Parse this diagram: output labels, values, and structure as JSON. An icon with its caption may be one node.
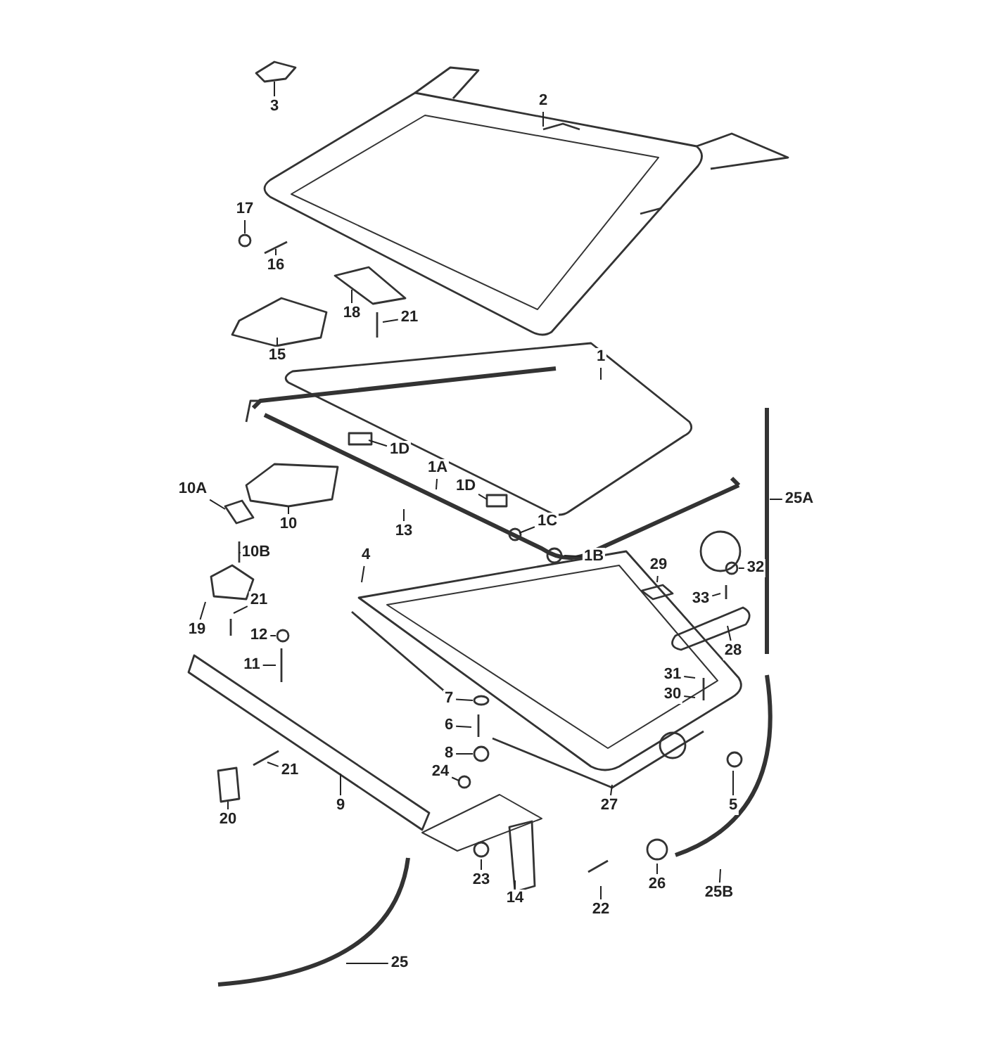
{
  "diagram": {
    "nodes": [
      {
        "text": [
          "3"
        ]
      },
      {
        "text": [
          "2"
        ]
      },
      {
        "text": [
          "17"
        ]
      },
      {
        "text": [
          "16"
        ]
      },
      {
        "text": [
          "18"
        ]
      },
      {
        "text": [
          "21"
        ]
      },
      {
        "text": [
          "15"
        ]
      },
      {
        "text": [
          "1"
        ]
      },
      {
        "text": [
          "1D"
        ]
      },
      {
        "text": [
          "1A"
        ]
      },
      {
        "text": [
          "1D"
        ]
      },
      {
        "text": [
          "10A"
        ]
      },
      {
        "text": [
          "25A"
        ]
      },
      {
        "text": [
          "10"
        ]
      },
      {
        "text": [
          "13"
        ]
      },
      {
        "text": [
          "1C"
        ]
      },
      {
        "text": [
          "1B"
        ]
      },
      {
        "text": [
          "10B"
        ]
      },
      {
        "text": [
          "4"
        ]
      },
      {
        "text": [
          "32"
        ]
      },
      {
        "text": [
          "29"
        ]
      },
      {
        "text": [
          "33"
        ]
      },
      {
        "text": [
          "21"
        ]
      },
      {
        "text": [
          "19"
        ]
      },
      {
        "text": [
          "12"
        ]
      },
      {
        "text": [
          "28"
        ]
      },
      {
        "text": [
          "11"
        ]
      },
      {
        "text": [
          "31"
        ]
      },
      {
        "text": [
          "30"
        ]
      },
      {
        "text": [
          "7"
        ]
      },
      {
        "text": [
          "6"
        ]
      },
      {
        "text": [
          "8"
        ]
      },
      {
        "text": [
          "21"
        ]
      },
      {
        "text": [
          "24"
        ]
      },
      {
        "text": [
          "9"
        ]
      },
      {
        "text": [
          "27"
        ]
      },
      {
        "text": [
          "5"
        ]
      },
      {
        "text": [
          "20"
        ]
      },
      {
        "text": [
          "23"
        ]
      },
      {
        "text": [
          "26"
        ]
      },
      {
        "text": [
          "25B"
        ]
      },
      {
        "text": [
          "14"
        ]
      },
      {
        "text": [
          "22"
        ]
      },
      {
        "text": [
          "25"
        ]
      }
    ],
    "edges": [
      {
        "from": 0,
        "to": null,
        "arrow": "none"
      },
      {
        "from": 1,
        "to": null,
        "arrow": "none"
      },
      {
        "from": 2,
        "to": null,
        "arrow": "none"
      },
      {
        "from": 3,
        "to": null,
        "arrow": "none"
      },
      {
        "from": 4,
        "to": null,
        "arrow": "none"
      },
      {
        "from": 5,
        "to": null,
        "arrow": "none"
      },
      {
        "from": 6,
        "to": null,
        "arrow": "none"
      },
      {
        "from": 7,
        "to": null,
        "arrow": "none"
      },
      {
        "from": 8,
        "to": null,
        "arrow": "none"
      },
      {
        "from": 9,
        "to": null,
        "arrow": "none"
      },
      {
        "from": 10,
        "to": null,
        "arrow": "none"
      },
      {
        "from": 11,
        "to": null,
        "arrow": "none"
      },
      {
        "from": 12,
        "to": null,
        "arrow": "none"
      },
      {
        "from": 13,
        "to": null,
        "arrow": "none"
      },
      {
        "from": 14,
        "to": null,
        "arrow": "none"
      },
      {
        "from": 15,
        "to": null,
        "arrow": "none"
      },
      {
        "from": 16,
        "to": null,
        "arrow": "none"
      },
      {
        "from": 17,
        "to": null,
        "arrow": "none"
      },
      {
        "from": 18,
        "to": null,
        "arrow": "none"
      },
      {
        "from": 19,
        "to": null,
        "arrow": "none"
      },
      {
        "from": 20,
        "to": null,
        "arrow": "none"
      },
      {
        "from": 21,
        "to": null,
        "arrow": "none"
      },
      {
        "from": 22,
        "to": null,
        "arrow": "none"
      },
      {
        "from": 23,
        "to": null,
        "arrow": "none"
      },
      {
        "from": 24,
        "to": null,
        "arrow": "none"
      },
      {
        "from": 25,
        "to": null,
        "arrow": "none"
      },
      {
        "from": 26,
        "to": null,
        "arrow": "none"
      },
      {
        "from": 27,
        "to": null,
        "arrow": "none"
      },
      {
        "from": 28,
        "to": null,
        "arrow": "none"
      },
      {
        "from": 29,
        "to": null,
        "arrow": "none"
      },
      {
        "from": 30,
        "to": null,
        "arrow": "none"
      },
      {
        "from": 31,
        "to": null,
        "arrow": "none"
      },
      {
        "from": 32,
        "to": null,
        "arrow": "none"
      },
      {
        "from": 33,
        "to": null,
        "arrow": "none"
      },
      {
        "from": 34,
        "to": null,
        "arrow": "none"
      },
      {
        "from": 35,
        "to": null,
        "arrow": "none"
      },
      {
        "from": 36,
        "to": null,
        "arrow": "none"
      },
      {
        "from": 37,
        "to": null,
        "arrow": "none"
      },
      {
        "from": 38,
        "to": null,
        "arrow": "none"
      },
      {
        "from": 39,
        "to": null,
        "arrow": "none"
      },
      {
        "from": 40,
        "to": null,
        "arrow": "none"
      },
      {
        "from": 41,
        "to": null,
        "arrow": "none"
      },
      {
        "from": 42,
        "to": null,
        "arrow": "none"
      },
      {
        "from": 43,
        "to": null,
        "arrow": "none"
      }
    ]
  }
}
